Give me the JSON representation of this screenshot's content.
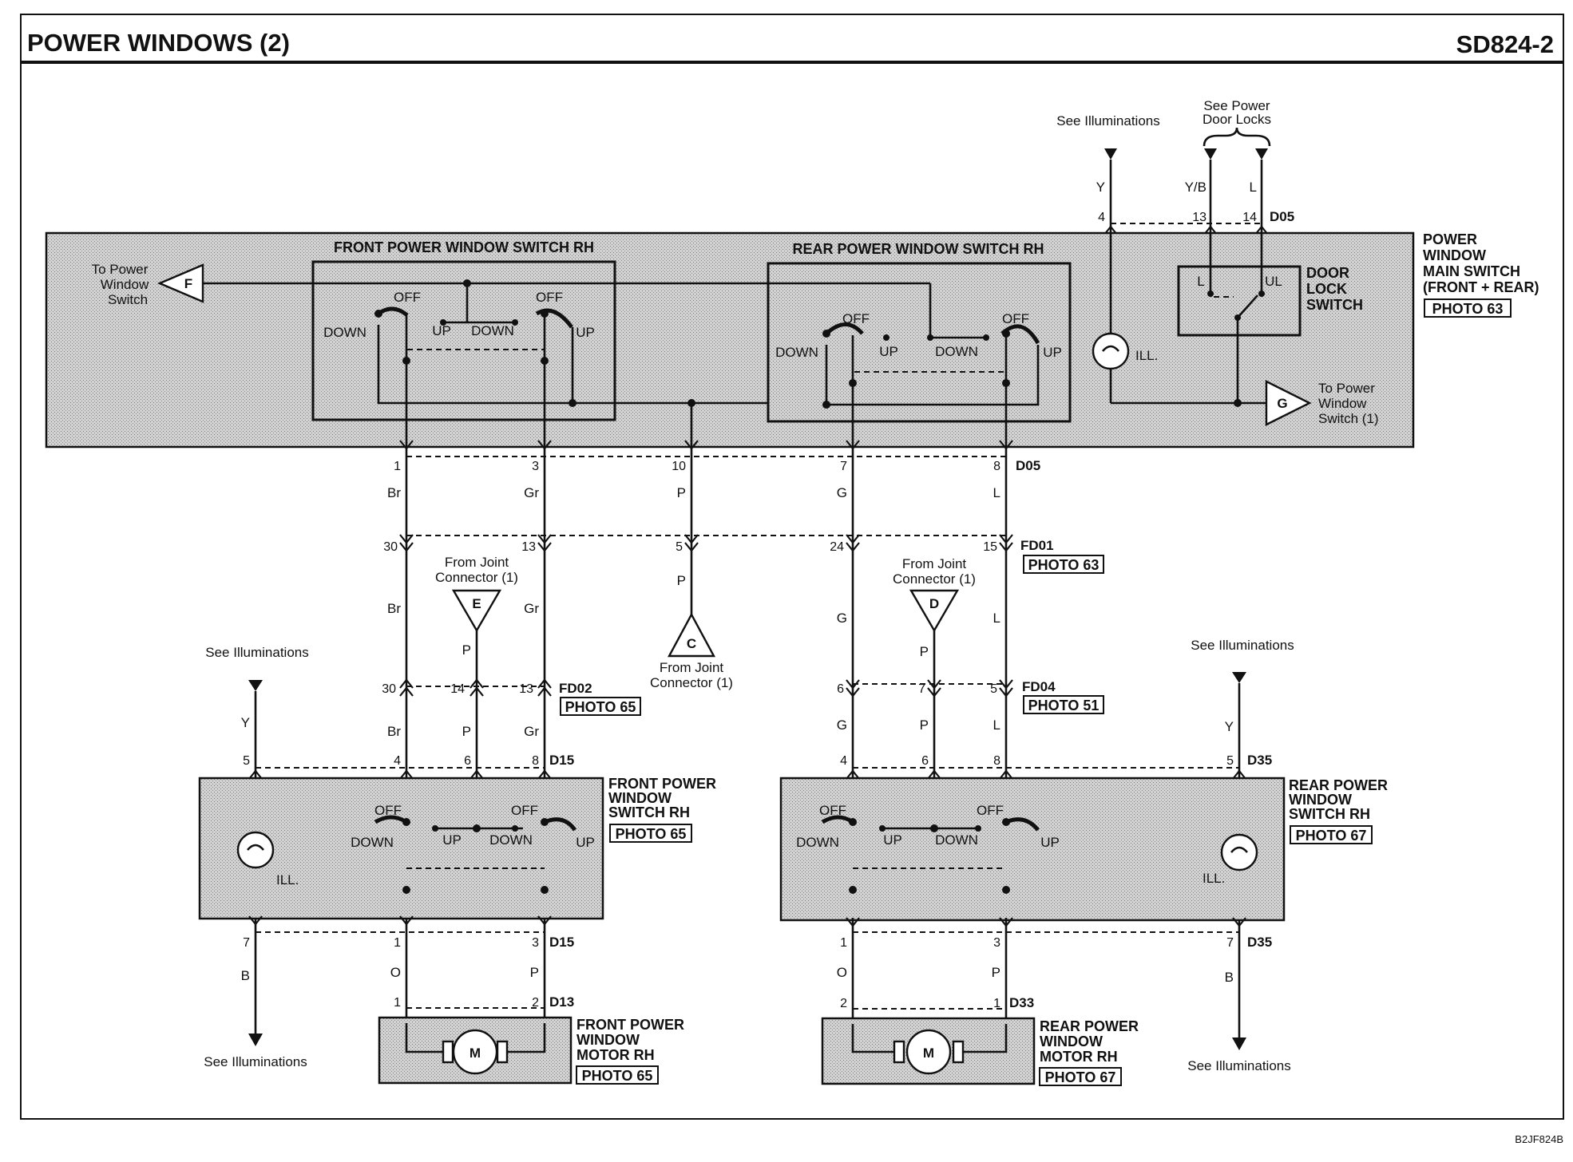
{
  "header": {
    "title": "POWER WINDOWS (2)",
    "page_code": "SD824-2"
  },
  "footer": {
    "code": "B2JF824B"
  },
  "top_refs": {
    "illuminations": "See Illuminations",
    "door_locks_1": "See Power",
    "door_locks_2": "Door Locks"
  },
  "main_switch": {
    "name_1": "POWER",
    "name_2": "WINDOW",
    "name_3": "MAIN SWITCH",
    "name_4": "(FRONT + REAR)",
    "photo": "PHOTO 63",
    "front_switch_title": "FRONT POWER WINDOW SWITCH RH",
    "rear_switch_title": "REAR POWER WINDOW SWITCH RH",
    "door_lock_1": "DOOR",
    "door_lock_2": "LOCK",
    "door_lock_3": "SWITCH",
    "door_lock_l": "L",
    "door_lock_ul": "UL",
    "ill": "ILL.",
    "to_switch_1": "To Power",
    "to_switch_2": "Window",
    "to_switch_3": "Switch",
    "to_switch_g_3": "Switch (1)",
    "sym_f": "F",
    "sym_g": "G",
    "top_connector": "D05",
    "top_pins": [
      "4",
      "13",
      "14"
    ],
    "top_wires": [
      "Y",
      "Y/B",
      "L"
    ],
    "bottom_connector": "D05",
    "bottom_pins": [
      "1",
      "3",
      "10",
      "7",
      "8"
    ]
  },
  "switch_labels": {
    "off": "OFF",
    "up": "UP",
    "down": "DOWN"
  },
  "harness": {
    "wires_d05": [
      "Br",
      "Gr",
      "P",
      "G",
      "L"
    ],
    "fd01": "FD01",
    "fd01_photo": "PHOTO 63",
    "fd01_pins": [
      "30",
      "13",
      "5",
      "24",
      "15"
    ],
    "wires_mid": [
      "Br",
      "Gr",
      "P",
      "G",
      "L"
    ],
    "joint_e_1": "From Joint",
    "joint_e_2": "Connector (1)",
    "sym_e": "E",
    "wire_e": "P",
    "joint_d_1": "From Joint",
    "joint_d_2": "Connector (1)",
    "sym_d": "D",
    "wire_d": "P",
    "joint_c_1": "From Joint",
    "joint_c_2": "Connector (1)",
    "sym_c": "C",
    "fd02": "FD02",
    "fd02_photo": "PHOTO 65",
    "fd02_pins": [
      "30",
      "14",
      "13"
    ],
    "fd04": "FD04",
    "fd04_photo": "PHOTO 51",
    "fd04_pins": [
      "6",
      "7",
      "5"
    ]
  },
  "front_switch": {
    "name_1": "FRONT POWER",
    "name_2": "WINDOW",
    "name_3": "SWITCH RH",
    "photo": "PHOTO 65",
    "connector": "D15",
    "top_pins": [
      "5",
      "4",
      "6",
      "8"
    ],
    "top_wires": [
      "Y",
      "Br",
      "P",
      "Gr"
    ],
    "bottom_pins": [
      "7",
      "1",
      "3"
    ],
    "bottom_wires": [
      "B",
      "O",
      "P"
    ],
    "ill": "ILL."
  },
  "rear_switch": {
    "name_1": "REAR POWER",
    "name_2": "WINDOW",
    "name_3": "SWITCH RH",
    "photo": "PHOTO 67",
    "connector": "D35",
    "top_pins": [
      "4",
      "6",
      "8",
      "5"
    ],
    "top_wires": [
      "G",
      "P",
      "L",
      "Y"
    ],
    "bottom_pins": [
      "1",
      "3",
      "7"
    ],
    "bottom_wires": [
      "O",
      "P",
      "B"
    ],
    "ill": "ILL."
  },
  "front_motor": {
    "name_1": "FRONT POWER",
    "name_2": "WINDOW",
    "name_3": "MOTOR RH",
    "photo": "PHOTO 65",
    "connector": "D13",
    "pins": [
      "1",
      "2"
    ],
    "symbol": "M"
  },
  "rear_motor": {
    "name_1": "REAR POWER",
    "name_2": "WINDOW",
    "name_3": "MOTOR RH",
    "photo": "PHOTO 67",
    "connector": "D33",
    "pins": [
      "2",
      "1"
    ],
    "symbol": "M"
  },
  "side_refs": {
    "left_top": "See Illuminations",
    "left_bottom": "See Illuminations",
    "right_top": "See Illuminations",
    "right_bottom": "See Illuminations"
  }
}
